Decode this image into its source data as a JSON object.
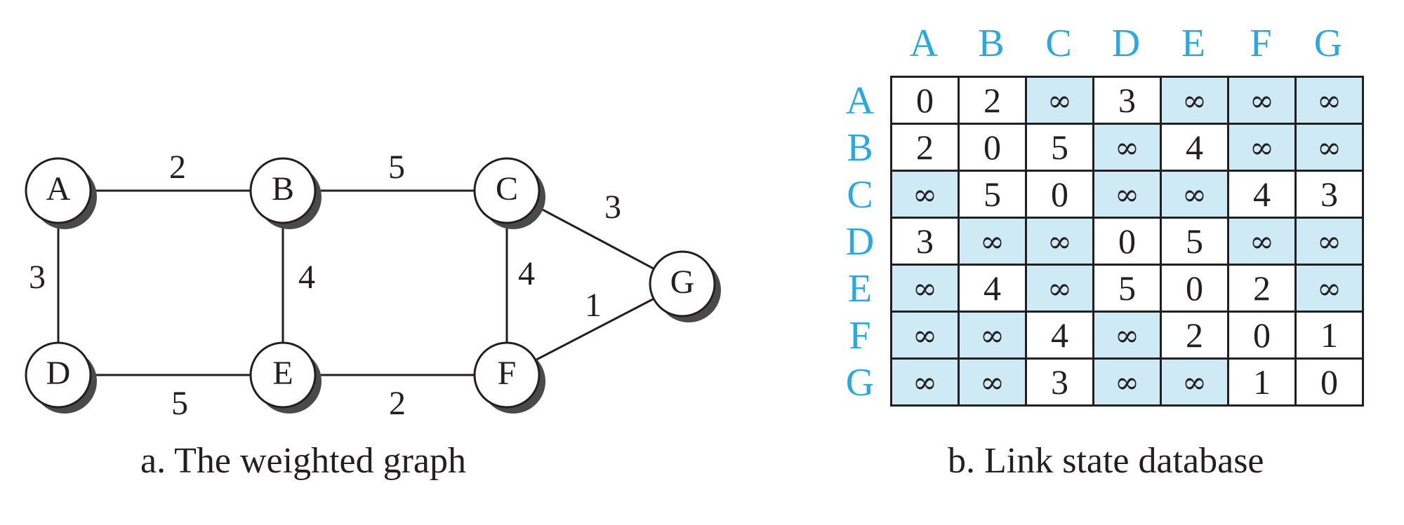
{
  "graph": {
    "caption": "a. The weighted graph",
    "nodes": [
      "A",
      "B",
      "C",
      "D",
      "E",
      "F",
      "G"
    ],
    "edges": [
      {
        "from": "A",
        "to": "B",
        "weight": "2"
      },
      {
        "from": "B",
        "to": "C",
        "weight": "5"
      },
      {
        "from": "A",
        "to": "D",
        "weight": "3"
      },
      {
        "from": "B",
        "to": "E",
        "weight": "4"
      },
      {
        "from": "C",
        "to": "F",
        "weight": "4"
      },
      {
        "from": "C",
        "to": "G",
        "weight": "3"
      },
      {
        "from": "F",
        "to": "G",
        "weight": "1"
      },
      {
        "from": "D",
        "to": "E",
        "weight": "5"
      },
      {
        "from": "E",
        "to": "F",
        "weight": "2"
      }
    ]
  },
  "database": {
    "caption": "b. Link state database",
    "columns": [
      "A",
      "B",
      "C",
      "D",
      "E",
      "F",
      "G"
    ],
    "rows": [
      "A",
      "B",
      "C",
      "D",
      "E",
      "F",
      "G"
    ],
    "matrix": [
      [
        "0",
        "2",
        "∞",
        "3",
        "∞",
        "∞",
        "∞"
      ],
      [
        "2",
        "0",
        "5",
        "∞",
        "4",
        "∞",
        "∞"
      ],
      [
        "∞",
        "5",
        "0",
        "∞",
        "∞",
        "4",
        "3"
      ],
      [
        "3",
        "∞",
        "∞",
        "0",
        "5",
        "∞",
        "∞"
      ],
      [
        "∞",
        "4",
        "∞",
        "5",
        "0",
        "2",
        "∞"
      ],
      [
        "∞",
        "∞",
        "4",
        "∞",
        "2",
        "0",
        "1"
      ],
      [
        "∞",
        "∞",
        "3",
        "∞",
        "∞",
        "1",
        "0"
      ]
    ]
  },
  "colors": {
    "header_text": "#29a9df",
    "infinity_fill": "#cdeaf5",
    "ink": "#231f20"
  }
}
